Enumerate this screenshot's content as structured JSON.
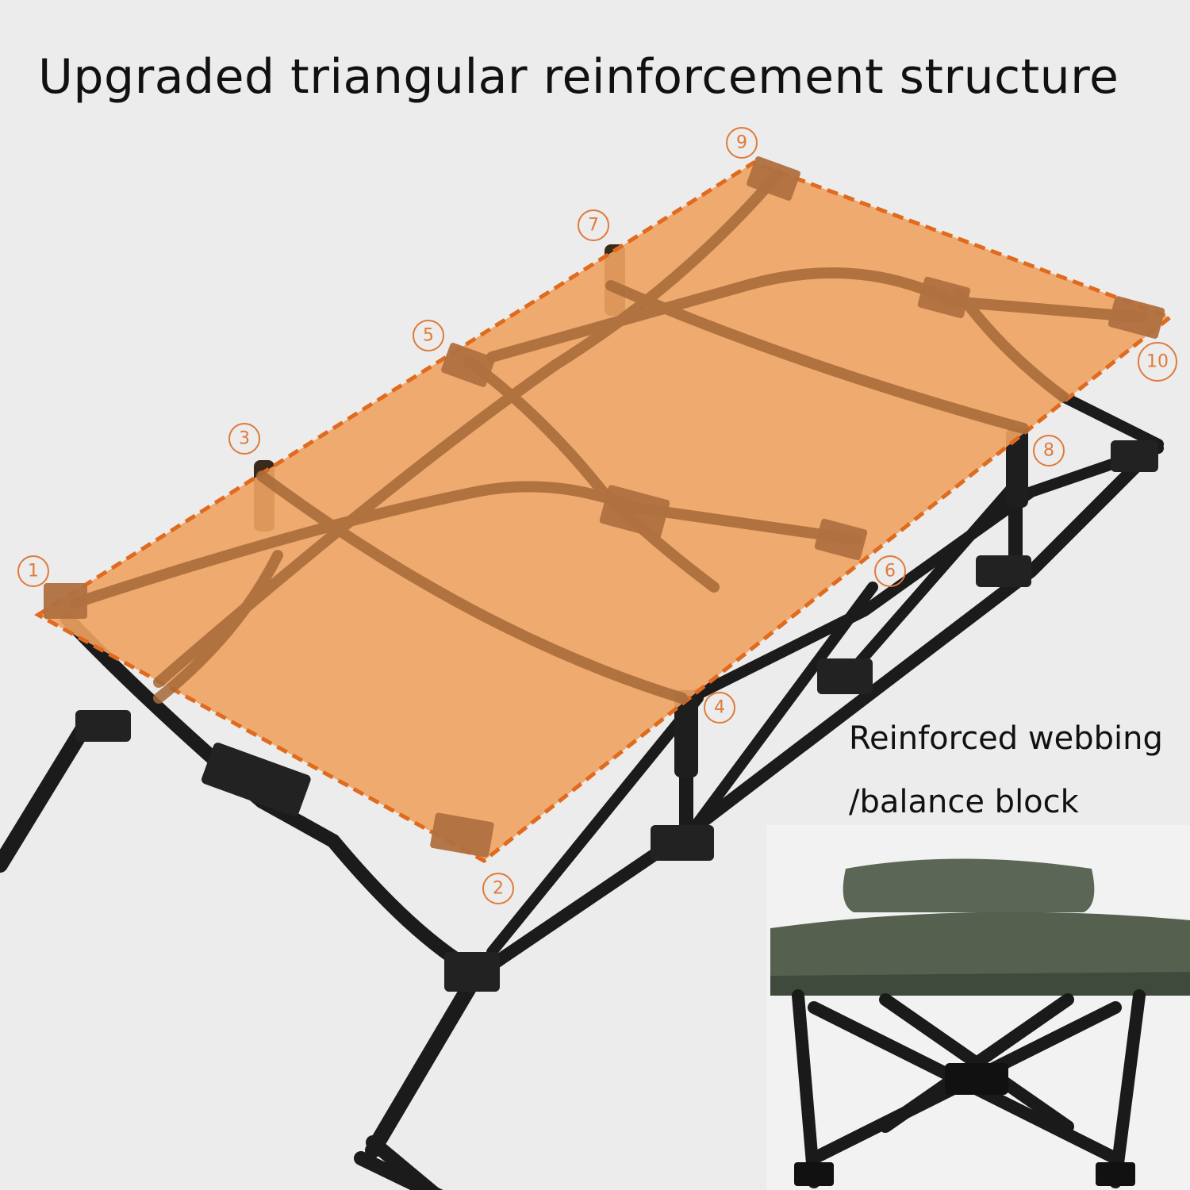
{
  "headline": "Upgraded triangular reinforcement structure",
  "markers": [
    "1",
    "2",
    "3",
    "4",
    "5",
    "6",
    "7",
    "8",
    "9",
    "10"
  ],
  "caption_line1": "Reinforced webbing",
  "caption_line2": "/balance block",
  "colors": {
    "background": "#ececec",
    "surface_fill": "#f0a363",
    "surface_edge": "#e06a1e",
    "frame": "#1b1b1b",
    "marker": "#e07a3a",
    "cushion": "#56604f"
  }
}
